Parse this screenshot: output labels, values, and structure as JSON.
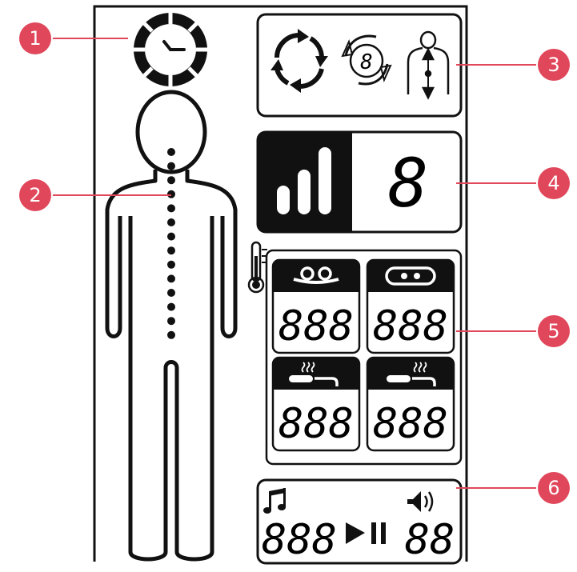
{
  "callouts": [
    "1",
    "2",
    "3",
    "4",
    "5",
    "6"
  ],
  "colors": {
    "callout_fill": "#e0475b",
    "callout_text": "#ffffff",
    "ink": "#111111",
    "panel_bg": "#ffffff"
  },
  "icons": {
    "timer": "clock-timer-icon",
    "body": "human-body-spine-icon",
    "auto_mode": "circular-arrows-icon",
    "program_mode": "numbered-cycle-icon",
    "body_scan": "body-scan-icon",
    "intensity": "signal-bars-icon",
    "temperature": "thermometer-icon",
    "music": "music-note-icon",
    "volume": "speaker-icon",
    "play_pause": "play-pause-icon"
  },
  "intensity_digit": "8",
  "heat_zones": [
    {
      "icon": "eye-mask-icon",
      "digits": "888"
    },
    {
      "icon": "pillow-icon",
      "digits": "888"
    },
    {
      "icon": "heated-pad-left-icon",
      "digits": "888"
    },
    {
      "icon": "heated-pad-right-icon",
      "digits": "888"
    }
  ],
  "music_digits": "888",
  "volume_digits": "88",
  "program_digit": "8"
}
